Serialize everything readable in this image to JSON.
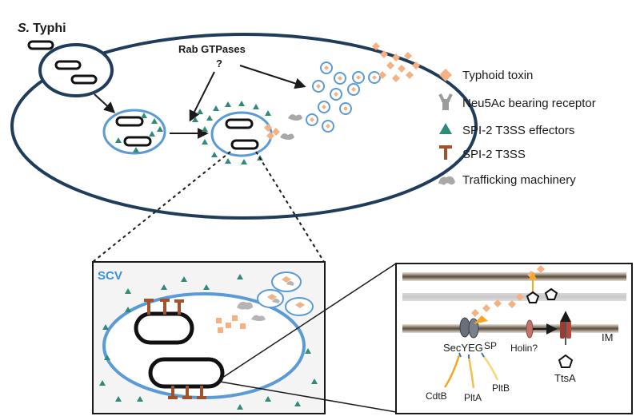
{
  "labels": {
    "organism_prefix": "S.",
    "organism_name": "Typhi",
    "rab": "Rab GTPases",
    "rab_question": "?",
    "scv": "SCV",
    "secyeg": "SecYEG",
    "sp": "SP",
    "holin": "Holin?",
    "im": "IM",
    "cdtb": "CdtB",
    "plta": "PltA",
    "pltb": "PltB",
    "ttsa": "TtsA"
  },
  "legend": [
    {
      "key": "toxin",
      "label": "Typhoid toxin",
      "icon": "diamond-icon",
      "color": "#f4b183"
    },
    {
      "key": "receptor",
      "label": "Neu5Ac bearing receptor",
      "icon": "y-receptor-icon",
      "color": "#b0b0b0"
    },
    {
      "key": "effectors",
      "label": "SPI-2 T3SS effectors",
      "icon": "triangle-icon",
      "color": "#2e8b7a"
    },
    {
      "key": "t3ss",
      "label": "SPI-2 T3SS",
      "icon": "t-shape-icon",
      "color": "#a0522d"
    },
    {
      "key": "trafficking",
      "label": "Trafficking machinery",
      "icon": "blob-icon",
      "color": "#a8a8a8"
    }
  ],
  "colors": {
    "cell_outline": "#1f3c5a",
    "scv_blue": "#5b9bd5",
    "toxin": "#f4b183",
    "effector": "#2e8b7a",
    "t3ss": "#a0522d",
    "cdtb_line": "#f5a623",
    "pltb_line": "#f2c94c"
  }
}
